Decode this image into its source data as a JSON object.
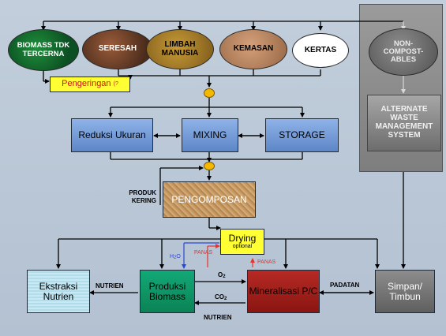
{
  "sources": {
    "biomass": "BIOMASS TDK TERCERNA",
    "seresah": "SERESAH",
    "limbah": "LIMBAH MANUSIA",
    "kemasan": "KEMASAN",
    "kertas": "KERTAS"
  },
  "non_compost": "NON-COMPOST-ABLES",
  "alternate": "ALTERNATE WASTE MANAGEMENT SYSTEM",
  "pengeringan": {
    "main": "Pengeringan",
    "note": "(?"
  },
  "reduksi": "Reduksi Ukuran",
  "mixing": "MIXING",
  "storage": "STORAGE",
  "produk_kering": "PRODUK KERING",
  "pengomposan": "PENGOMPOSAN",
  "drying": {
    "main": "Drying",
    "sub": "optional"
  },
  "ekstraksi": "Ekstraksi Nutrien",
  "produksi": "Produksi Biomass",
  "mineralisasi": "Mineralisasi P/C",
  "simpan": "Simpan/ Timbun",
  "edge_labels": {
    "nutrien_left": "NUTRIEN",
    "h2o_base": "H",
    "h2o_sub": "2",
    "h2o_tail": "O",
    "panas_left": "PANAS",
    "panas_right": "PANAS",
    "o2_base": "O",
    "o2_sub": "2",
    "co2_base": "CO",
    "co2_sub": "2",
    "nutrien_bottom": "NUTRIEN",
    "padatan": "PADATAN"
  },
  "colors": {
    "panel_gray": "#8e8e8e",
    "blue_box": "#6f9ad8",
    "yellow": "#ffff33",
    "connector": "#f5b800",
    "green": "#0f9b6b",
    "red": "#a8201c",
    "cyan": "#bfe6f2",
    "gray_box": "#7a7a7a",
    "brown": "#c79a5e"
  }
}
